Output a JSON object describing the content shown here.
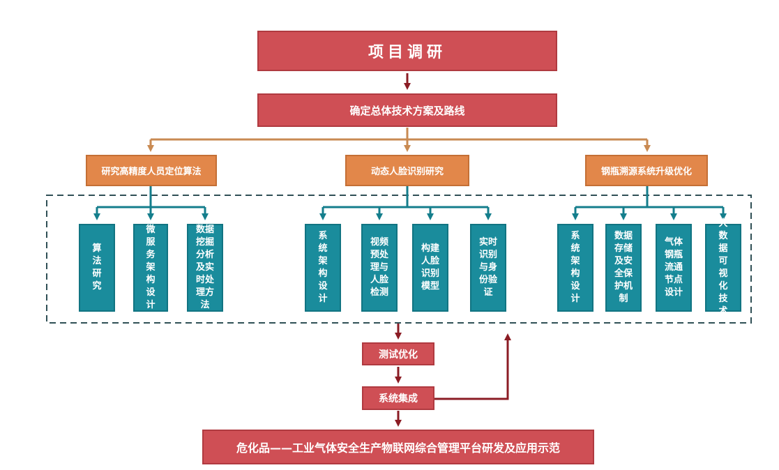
{
  "colors": {
    "red": "#cf4f55",
    "orange": "#e2874a",
    "teal": "#1a8c9c",
    "dark_arrow": "#8b1c24",
    "orange_line": "#c98a52",
    "teal_line": "#147e8c",
    "dashed_border": "#2f4f55"
  },
  "top": {
    "title": "项目调研",
    "plan": "确定总体技术方案及路线"
  },
  "branches": [
    {
      "label": "研究高精度人员定位算法",
      "items": [
        "算\n法\n研\n究",
        "微\n服\n务\n架\n构\n设\n计",
        "数据\n挖掘\n分析\n及实\n时处\n理方\n法"
      ]
    },
    {
      "label": "动态人脸识别研究",
      "items": [
        "系\n统\n架\n构\n设\n计",
        "视频\n预处\n理与\n人脸\n检测",
        "构建\n人脸\n识别\n模型",
        "实时\n识别\n与身\n份验\n证"
      ]
    },
    {
      "label": "钢瓶溯源系统升级优化",
      "items": [
        "系\n统\n架\n构\n设\n计",
        "数据\n存储\n及安\n全保\n护机\n制",
        "气体\n钢瓶\n流通\n节点\n设计",
        "大\n数\n据\n可\n视\n化\n技\n术"
      ]
    }
  ],
  "bottom": {
    "test": "测试优化",
    "integrate": "系统集成",
    "final": "危化品——工业气体安全生产物联网综合管理平台研发及应用示范"
  }
}
